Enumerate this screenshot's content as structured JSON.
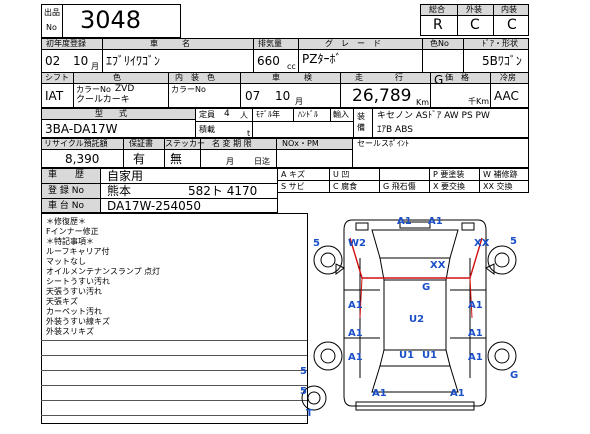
{
  "header": {
    "lot_label_1": "出品",
    "lot_label_2": "No",
    "lot_number": "3048",
    "grade_total_label": "総合",
    "grade_ext_label": "外装",
    "grade_int_label": "内装",
    "grade_total": "R",
    "grade_ext": "C",
    "grade_int": "C"
  },
  "row1": {
    "year_label": "初年度登録",
    "name_label": "車　　　名",
    "cc_label": "排気量",
    "grade_label": "グ　レ　ー　ド",
    "color_no_label": "色No",
    "door_label": "ﾄﾞｱ・形状",
    "year": "02",
    "month": "10",
    "month_unit": "月",
    "name": "ｴﾌﾞﾘｲﾜｺﾞﾝ",
    "cc": "660",
    "cc_unit": "cc",
    "grade": "PZﾀｰﾎﾞ",
    "door": "5Bﾜｺﾞﾝ"
  },
  "row2": {
    "shift_label": "シフト",
    "color_label": "色",
    "interior_label": "内　装　色",
    "inspect_label": "車　　　検",
    "mileage_label": "走　　　　行",
    "price_label": "価　格",
    "ac_label": "冷房",
    "shift": "IAT",
    "color_no_prefix": "カラーNo",
    "color_code": "ZVD",
    "color_name": "クールカーキ",
    "int_color_prefix": "カラーNo",
    "inspect_year": "07",
    "inspect_month": "10",
    "inspect_month_unit": "月",
    "mileage": "26,789",
    "mileage_unit": "Km",
    "price_unit": "千Km",
    "ac": "AAC",
    "g_value": "G"
  },
  "row3": {
    "model_label": "型　　式",
    "capacity_label": "定員",
    "capacity_value": "4",
    "capacity_unit": "人",
    "model_year_label": "ﾓﾃﾞﾙ年",
    "handle_label": "ﾊﾝﾄﾞﾙ",
    "import_label": "輸入",
    "equip_label": "装　備",
    "equip_line1": "キセノン ASﾄﾞｱ AW PS PW",
    "equip_line2": "ｴｱB ABS",
    "model": "3BA-DA17W",
    "load_label": "積載",
    "load_unit": "t"
  },
  "row4": {
    "recycle_label": "リサイクル預託額",
    "warranty_label": "保証書",
    "sticker_label": "ステッカー",
    "name_change_label": "名 変 期 限",
    "nox_label": "NOx・PM",
    "sales_label": "セールスﾎﾟｲﾝﾄ",
    "recycle": "8,390",
    "warranty": "有",
    "sticker": "無",
    "month_unit": "月",
    "date_unit": "日迄"
  },
  "row5": {
    "usage_label": "車　　歴",
    "usage": "自家用",
    "reg_label": "登 録 No",
    "reg_place": "熊本",
    "reg_number": "582ト 4170",
    "chassis_label": "車 台 No",
    "chassis": "DA17W-254050"
  },
  "legend": {
    "a": "A キズ",
    "u": "U 凹",
    "p": "P 要塗装",
    "w": "W 補修跡",
    "s": "S サビ",
    "c": "C 腐食",
    "g": "G 飛石傷",
    "x": "X 要交換",
    "xx": "XX 交換"
  },
  "notes": [
    "＊修復歴＊",
    "Fインナー修正",
    "＊特記事項＊",
    "ルーフキャリア付",
    "マットなし",
    "オイルメンテナンスランプ 点灯",
    "シートうすい汚れ",
    "天張うすい汚れ",
    "天張キズ",
    "カーペット汚れ",
    "外装うすい線キズ",
    "外装スリキズ"
  ],
  "diagram": {
    "labels": [
      "A1",
      "A1",
      "5",
      "W2",
      "XX",
      "5",
      "XX",
      "G",
      "A1",
      "A1",
      "U2",
      "A1",
      "A1",
      "A1",
      "A1",
      "U1",
      "U1",
      "5",
      "G",
      "A1",
      "A1",
      "5",
      "T"
    ]
  }
}
